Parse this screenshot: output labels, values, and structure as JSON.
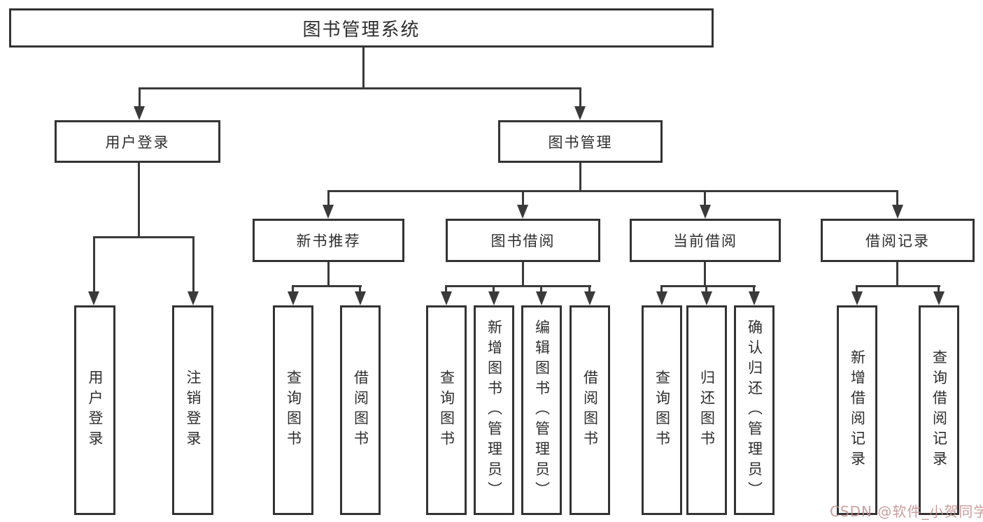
{
  "colors": {
    "line": "#3a3a3a",
    "box_border": "#333333",
    "text": "#2e2e2e",
    "background": "#ffffff",
    "watermark": "#c38c8c"
  },
  "root": {
    "label": "图书管理系统"
  },
  "level2": {
    "user_login": {
      "label": "用户登录"
    },
    "book_management": {
      "label": "图书管理"
    }
  },
  "user_login_children": [
    {
      "label": "用户登录"
    },
    {
      "label": "注销登录"
    }
  ],
  "level3": [
    {
      "label": "新书推荐",
      "children": [
        {
          "label": "查询图书"
        },
        {
          "label": "借阅图书"
        }
      ]
    },
    {
      "label": "图书借阅",
      "children": [
        {
          "label": "查询图书"
        },
        {
          "label": "新增图书（管理员）"
        },
        {
          "label": "编辑图书（管理员）"
        },
        {
          "label": "借阅图书"
        }
      ]
    },
    {
      "label": "当前借阅",
      "children": [
        {
          "label": "查询图书"
        },
        {
          "label": "归还图书"
        },
        {
          "label": "确认归还（管理员）"
        }
      ]
    },
    {
      "label": "借阅记录",
      "children": [
        {
          "label": "新增借阅记录"
        },
        {
          "label": "查询借阅记录"
        }
      ]
    }
  ],
  "watermark": {
    "text": "CSDN @软件_小贺同学"
  }
}
